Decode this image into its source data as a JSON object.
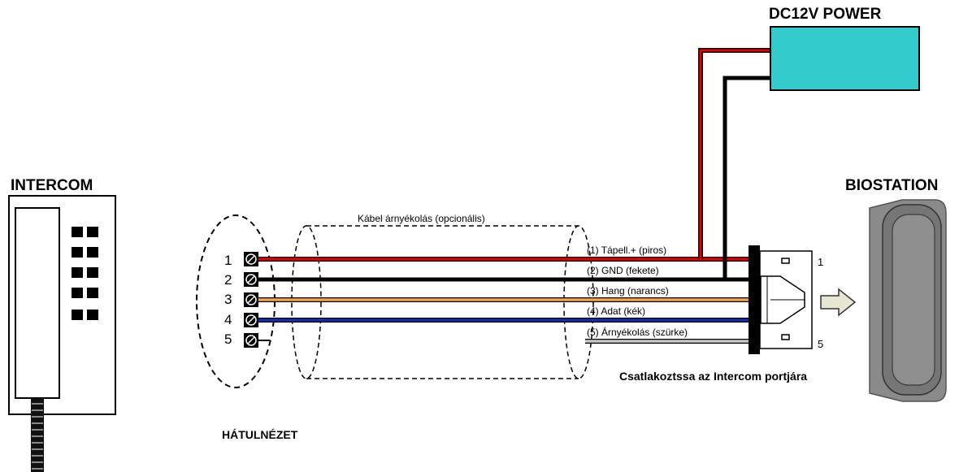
{
  "labels": {
    "intercom_title": "INTERCOM",
    "power_title": "DC12V POWER",
    "biostation_title": "BIOSTATION",
    "shield_label": "Kábel árnyékolás (opcionális)",
    "rear_view": "HÁTULNÉZET",
    "connect_note": "Csatlakoztssa az Intercom portjára",
    "connector_pin_first": "1",
    "connector_pin_last": "5"
  },
  "terminals": [
    "1",
    "2",
    "3",
    "4",
    "5"
  ],
  "wires": [
    {
      "label": "(1) Tápell.+ (piros)",
      "color": "#e00000"
    },
    {
      "label": "(2) GND (fekete)",
      "color": "#000000"
    },
    {
      "label": "(3) Hang (narancs)",
      "color": "#f4a640"
    },
    {
      "label": "(4) Adat (kék)",
      "color": "#1a2aa8"
    },
    {
      "label": "(5) Árnyékolás (szürke)",
      "color": "#c8c8c8"
    }
  ],
  "colors": {
    "power_box": "#33cccc",
    "biostation_body": "#8a8a8a"
  }
}
